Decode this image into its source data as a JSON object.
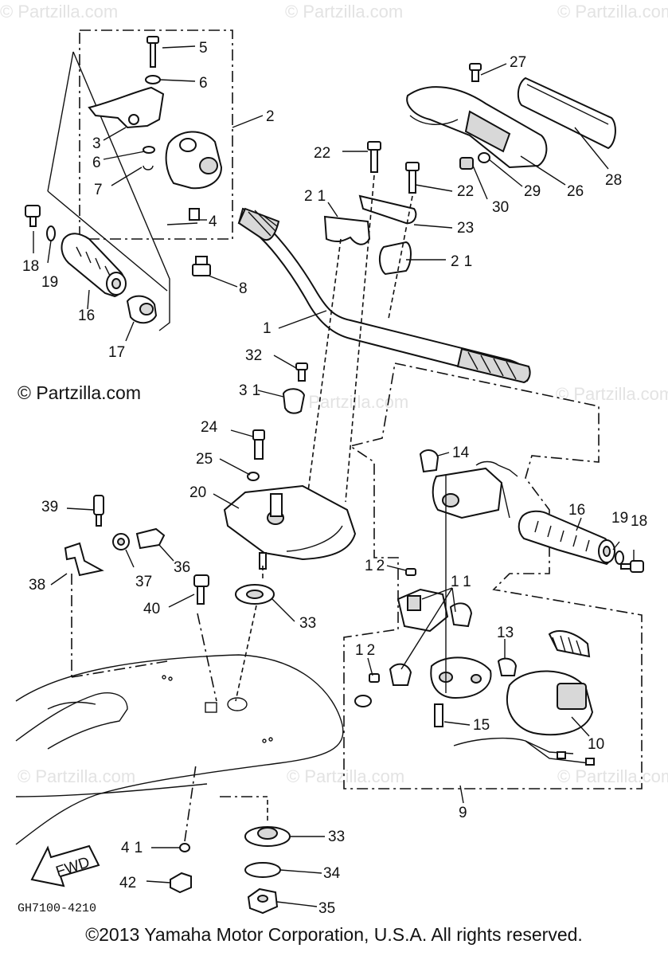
{
  "watermarks": {
    "text": "© Partzilla.com",
    "faint": "© Partzilla.com"
  },
  "side_watermark": "© Partzilla.com",
  "diagram_code": "GH7100-4210",
  "fwd_label": "FWD",
  "copyright": "©2013  Yamaha Motor Corporation, U.S.A. All rights reserved.",
  "callouts": [
    "1",
    "2",
    "3",
    "4",
    "5",
    "6",
    "6",
    "7",
    "8",
    "9",
    "10",
    "11",
    "12",
    "12",
    "13",
    "14",
    "15",
    "16",
    "16",
    "17",
    "18",
    "18",
    "19",
    "19",
    "20",
    "21",
    "21",
    "22",
    "22",
    "23",
    "24",
    "25",
    "26",
    "27",
    "28",
    "29",
    "30",
    "31",
    "32",
    "33",
    "33",
    "34",
    "35",
    "36",
    "37",
    "38",
    "39",
    "40",
    "41",
    "42"
  ]
}
